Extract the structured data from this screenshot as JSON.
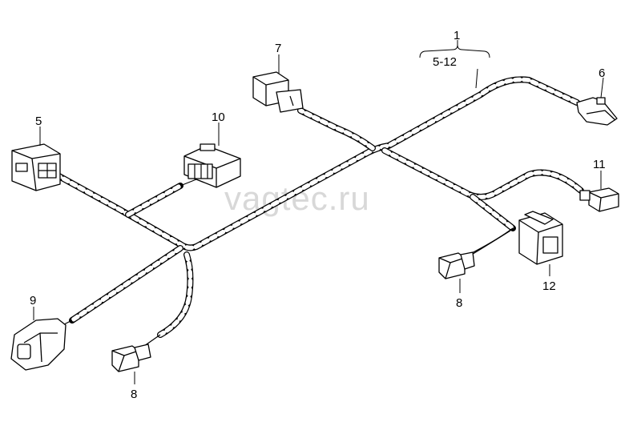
{
  "watermark": "vagtec.ru",
  "labels": {
    "harness_main": "1",
    "harness_range": "5-12",
    "conn_5": "5",
    "conn_6": "6",
    "conn_7": "7",
    "conn_8_right": "8",
    "conn_8_left": "8",
    "conn_9": "9",
    "conn_10": "10",
    "conn_11": "11",
    "conn_12": "12"
  }
}
